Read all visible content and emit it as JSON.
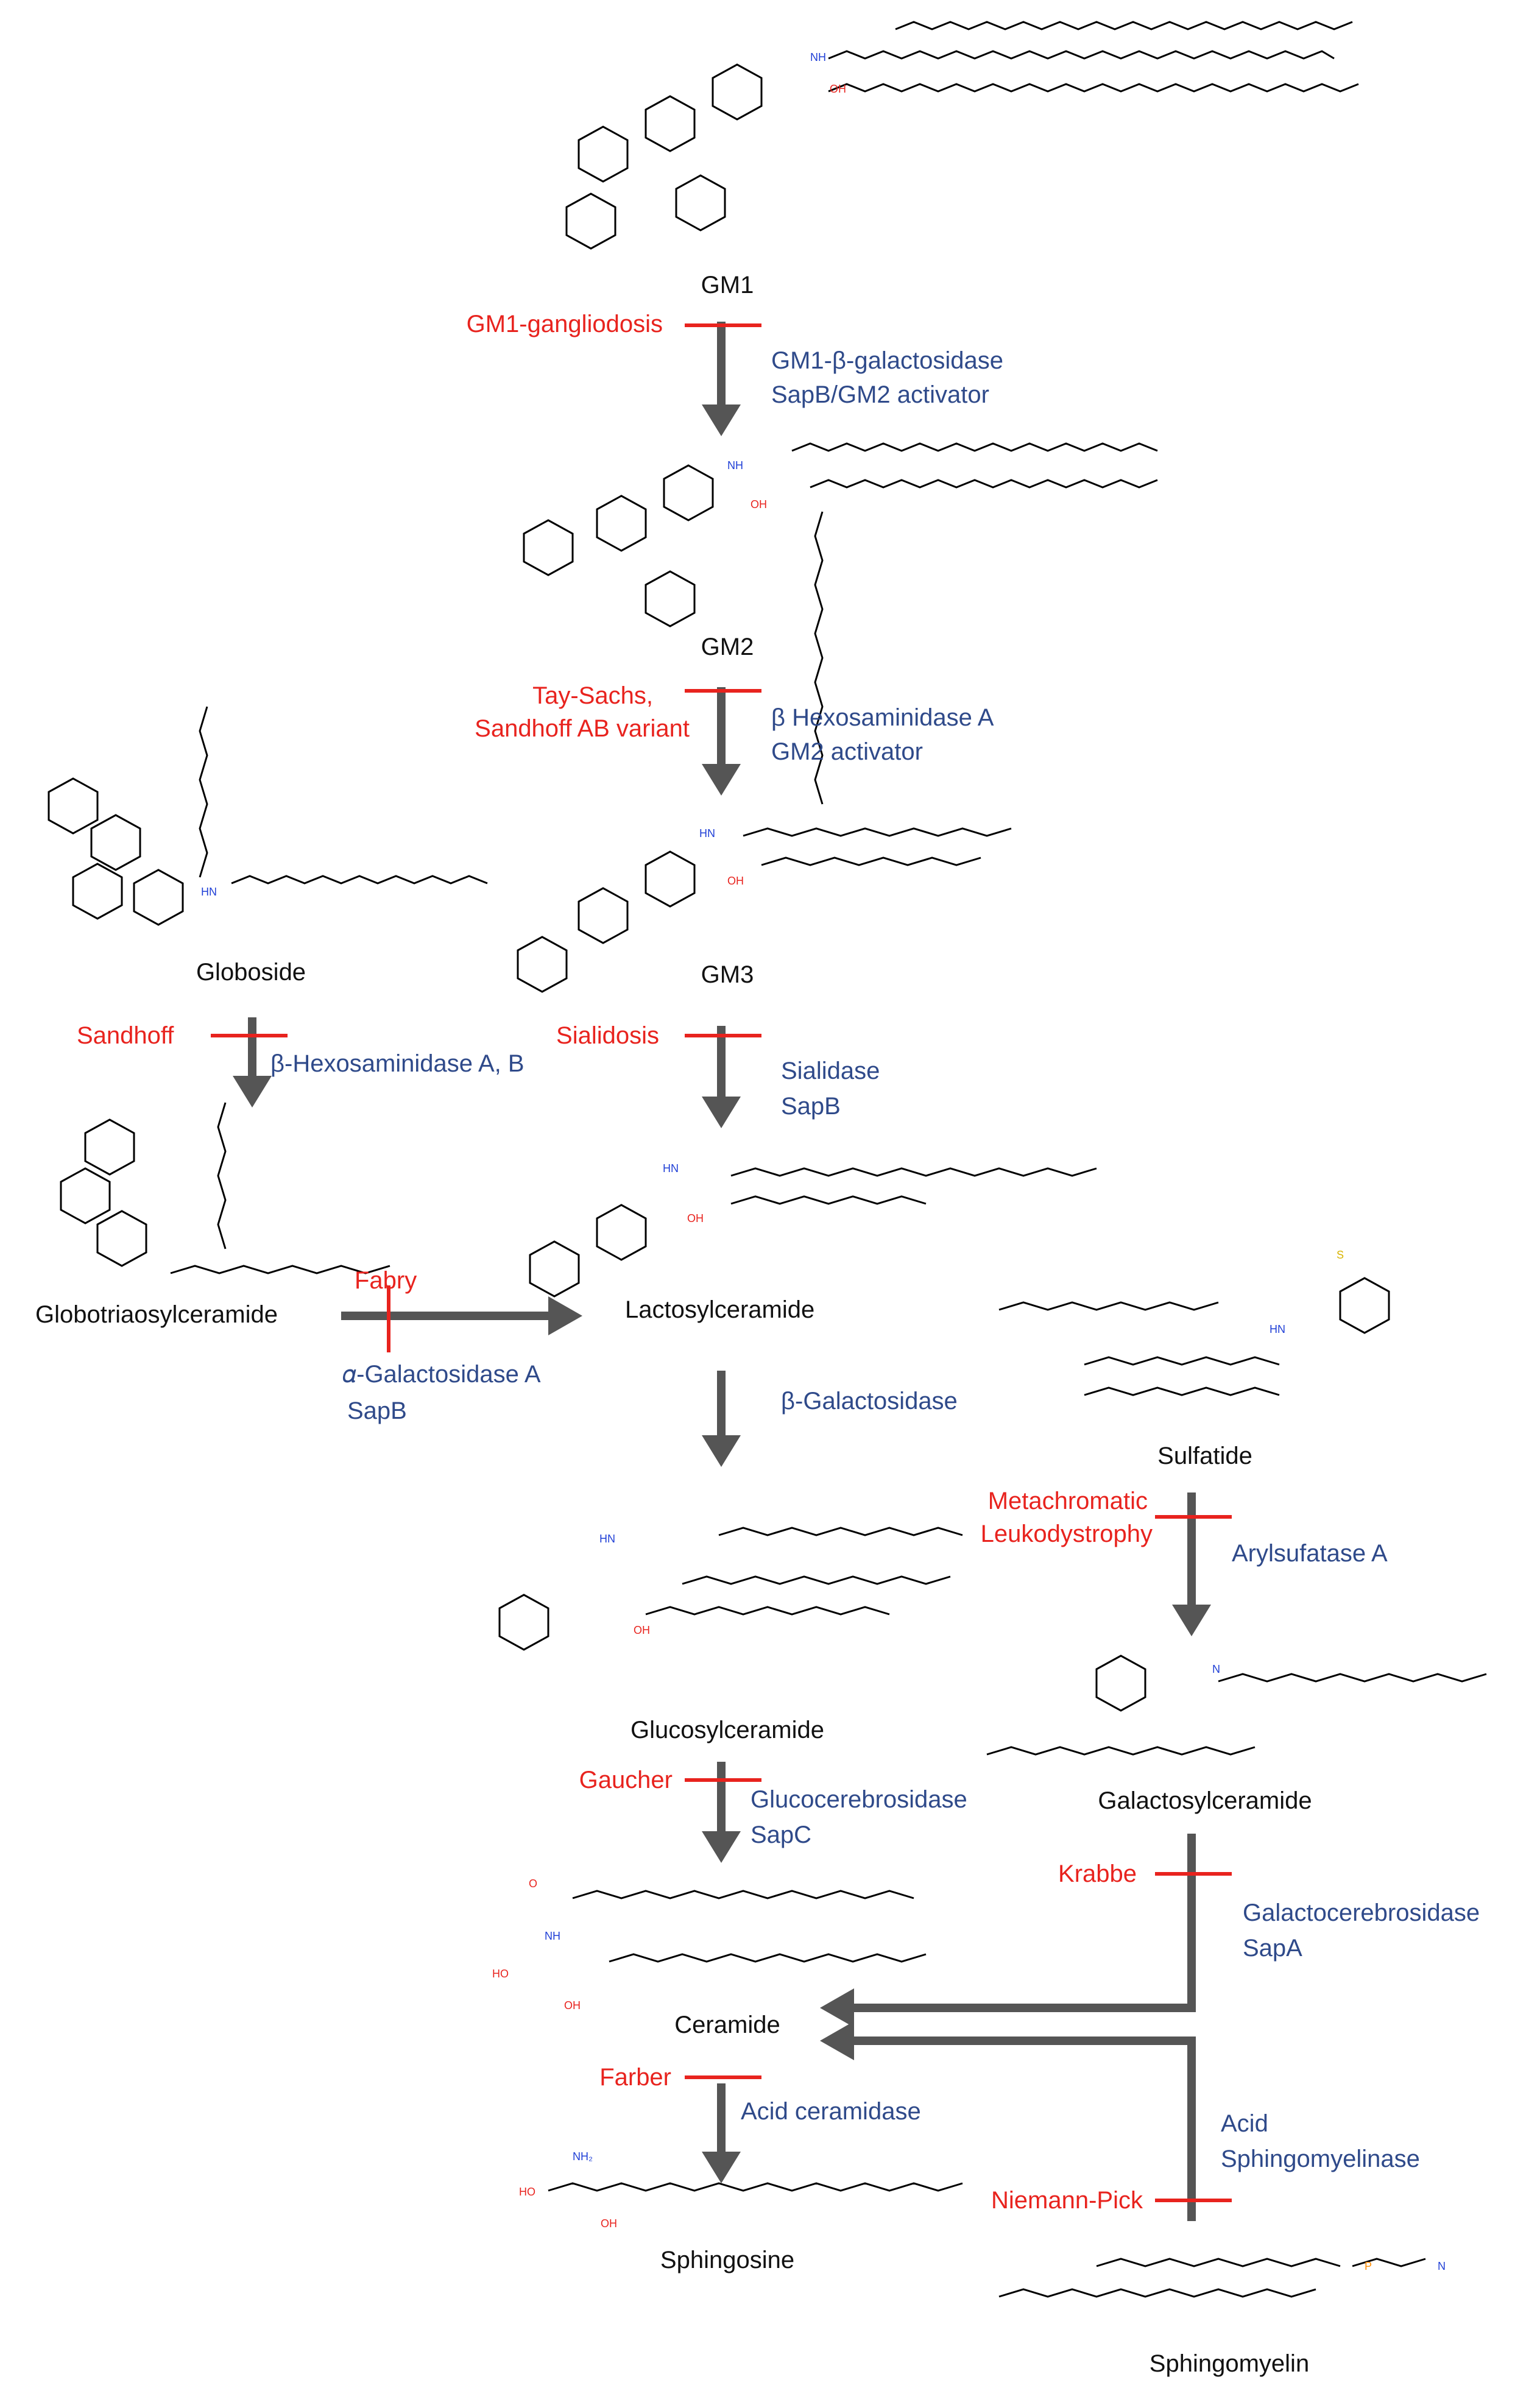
{
  "colors": {
    "molecule_label": "#111111",
    "disease": "#e8231e",
    "enzyme": "#2f4a8a",
    "arrow": "#555555",
    "bond_black": "#000000",
    "atom_oxygen": "#e8231e",
    "atom_nitrogen": "#1f3fd6",
    "atom_sulfur": "#d8b400",
    "atom_phosphorus": "#ff8c00"
  },
  "molecules": {
    "gm1": "GM1",
    "gm2": "GM2",
    "gm3": "GM3",
    "globoside": "Globoside",
    "globotriaosylceramide": "Globotriaosylceramide",
    "lactosylceramide": "Lactosylceramide",
    "sulfatide": "Sulfatide",
    "glucosylceramide": "Glucosylceramide",
    "galactosylceramide": "Galactosylceramide",
    "ceramide": "Ceramide",
    "sphingosine": "Sphingosine",
    "sphingomyelin": "Sphingomyelin"
  },
  "steps": {
    "gm1_to_gm2": {
      "disease": "GM1-gangliodosis",
      "enzymes": [
        "GM1-β-galactosidase",
        "SapB/GM2 activator"
      ]
    },
    "gm2_to_gm3": {
      "disease": [
        "Tay-Sachs,",
        "Sandhoff AB variant"
      ],
      "enzymes": [
        "β Hexosaminidase A",
        "GM2 activator"
      ]
    },
    "globoside_to_globotriaosylceramide": {
      "disease": "Sandhoff",
      "enzymes": [
        "β-Hexosaminidase A, B"
      ]
    },
    "gm3_to_lactosylceramide": {
      "disease": "Sialidosis",
      "enzymes": [
        "Sialidase",
        "SapB"
      ]
    },
    "globotriaosylceramide_to_lactosylceramide": {
      "disease": "Fabry",
      "enzymes": [
        "𝛼-Galactosidase A",
        "SapB"
      ]
    },
    "lactosylceramide_to_glucosylceramide": {
      "disease": "",
      "enzymes": [
        "β-Galactosidase"
      ]
    },
    "sulfatide_to_galactosylceramide": {
      "disease": [
        "Metachromatic",
        "Leukodystrophy"
      ],
      "enzymes": [
        "Arylsufatase A"
      ]
    },
    "glucosylceramide_to_ceramide": {
      "disease": "Gaucher",
      "enzymes": [
        "Glucocerebrosidase",
        "SapC"
      ]
    },
    "galactosylceramide_to_ceramide": {
      "disease": "Krabbe",
      "enzymes": [
        "Galactocerebrosidase",
        "SapA"
      ]
    },
    "ceramide_to_sphingosine": {
      "disease": "Farber",
      "enzymes": [
        "Acid ceramidase"
      ]
    },
    "sphingomyelin_to_ceramide": {
      "disease": "Niemann-Pick",
      "enzymes": [
        "Acid",
        "Sphingomyelinase"
      ]
    }
  },
  "atom_labels": {
    "hydroxyl": "OH",
    "ho": "HO",
    "amide": "NH",
    "amine_h": "HN",
    "carbonyl": "O",
    "nitrogen": "N",
    "amino": "NH₂",
    "sulfur": "S",
    "phosphorus": "P"
  }
}
